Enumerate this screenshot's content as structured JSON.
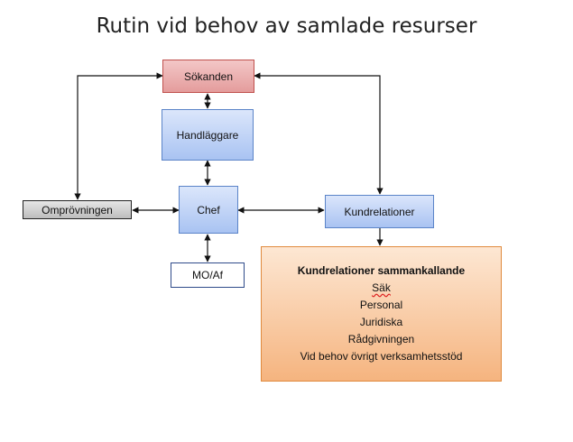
{
  "title": "Rutin vid behov av samlade resurser",
  "nodes": {
    "sokanden": "Sökanden",
    "handlaggare": "Handläggare",
    "chef": "Chef",
    "omprovningen": "Omprövningen",
    "kundrelationer": "Kundrelationer",
    "mo_af": "MO/Af"
  },
  "resources_box": {
    "heading": "Kundrelationer sammankallande",
    "items": [
      "Säk",
      "Personal",
      "Juridiska",
      "Rådgivningen",
      "Vid behov övrigt verksamhetsstöd"
    ]
  }
}
